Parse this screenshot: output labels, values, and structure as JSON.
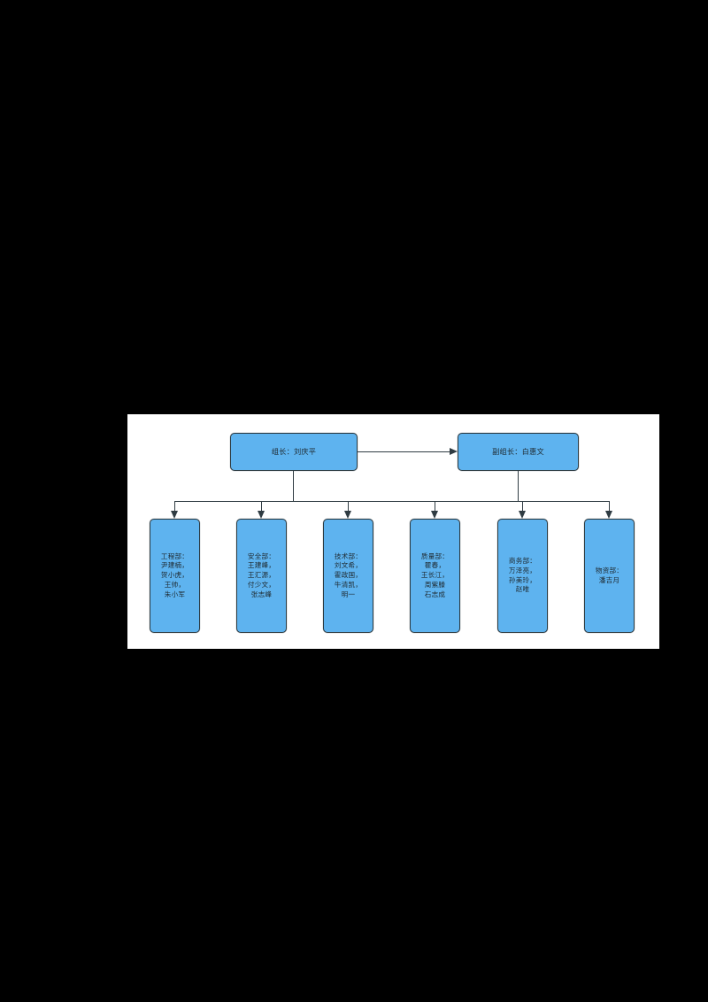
{
  "diagram": {
    "type": "org-chart",
    "canvas": {
      "background": "#ffffff",
      "page_background": "#000000"
    },
    "style": {
      "node_fill": "#5eb3ef",
      "node_border": "#2b3a42",
      "connector_color": "#2f3b42",
      "text_color": "#1f2a30"
    },
    "top_nodes": [
      {
        "id": "leader",
        "label": "组长：刘庆平"
      },
      {
        "id": "deputy",
        "label": "副组长：白惠文"
      }
    ],
    "departments": [
      {
        "id": "engineering",
        "name": "工程部：",
        "members": "尹建楠，\n贺小虎，\n王帅，\n朱小军",
        "text": "工程部：\n尹建楠，\n贺小虎，\n王帅，\n朱小军"
      },
      {
        "id": "safety",
        "name": "安全部：",
        "members": "王建峰，\n王汇源，\n付少文，\n张志峰",
        "text": "安全部：\n王建峰，\n王汇源，\n付少文，\n张志峰"
      },
      {
        "id": "technology",
        "name": "技术部：",
        "members": "刘文希，\n霍政国，\n牛清凯，\n明一",
        "text": "技术部：\n刘文希，\n霍政国，\n牛清凯，\n明一"
      },
      {
        "id": "quality",
        "name": "质量部：",
        "members": "瞿春，\n王长江，\n周紫滕\n石志成",
        "text": "质量部：\n瞿春，\n王长江，\n周紫滕\n石志成"
      },
      {
        "id": "business",
        "name": "商务部：",
        "members": "万泽亮，\n孙美玲，\n赵唯",
        "text": "商务部：\n万泽亮，\n孙美玲，\n赵唯"
      },
      {
        "id": "materials",
        "name": "物资部：",
        "members": "潘吉月",
        "text": "物资部：\n潘吉月"
      }
    ],
    "edges": [
      {
        "from": "leader",
        "to": "deputy",
        "kind": "arrow-horizontal"
      },
      {
        "from": "leader",
        "to": "bus",
        "kind": "line-vertical"
      },
      {
        "from": "deputy",
        "to": "bus",
        "kind": "line-vertical"
      },
      {
        "from": "bus",
        "to": "engineering",
        "kind": "arrow-down"
      },
      {
        "from": "bus",
        "to": "safety",
        "kind": "arrow-down"
      },
      {
        "from": "bus",
        "to": "technology",
        "kind": "arrow-down"
      },
      {
        "from": "bus",
        "to": "quality",
        "kind": "arrow-down"
      },
      {
        "from": "bus",
        "to": "business",
        "kind": "arrow-down"
      },
      {
        "from": "bus",
        "to": "materials",
        "kind": "arrow-down"
      }
    ]
  }
}
